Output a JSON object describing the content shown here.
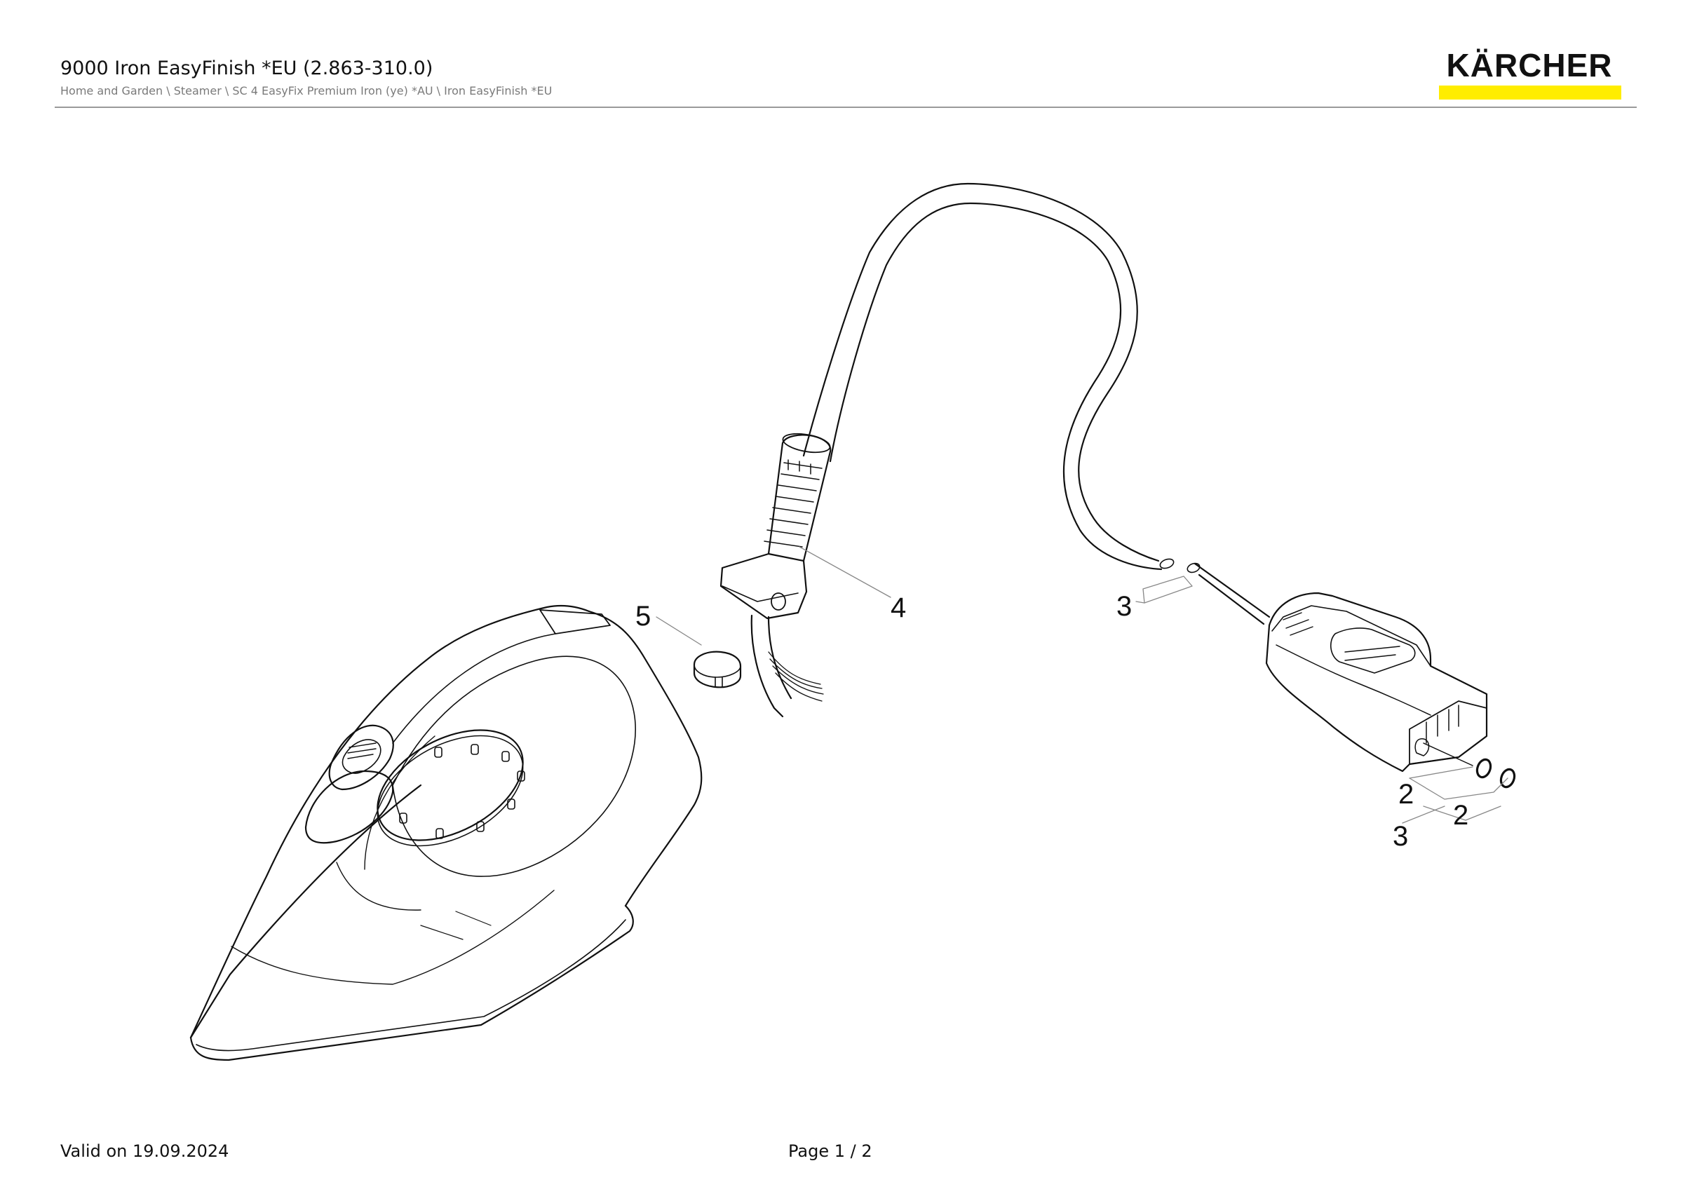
{
  "header": {
    "title": "9000 Iron EasyFinish *EU (2.863-310.0)",
    "breadcrumb": "Home and Garden \\ Steamer \\ SC 4 EasyFix Premium Iron (ye) *AU \\ Iron EasyFinish *EU"
  },
  "logo": {
    "text": "KÄRCHER",
    "bar_color": "#ffed00"
  },
  "diagram": {
    "callouts": [
      "5",
      "4",
      "3",
      "2",
      "2",
      "3"
    ]
  },
  "footer": {
    "valid": "Valid on 19.09.2024",
    "page": "Page 1 / 2"
  }
}
